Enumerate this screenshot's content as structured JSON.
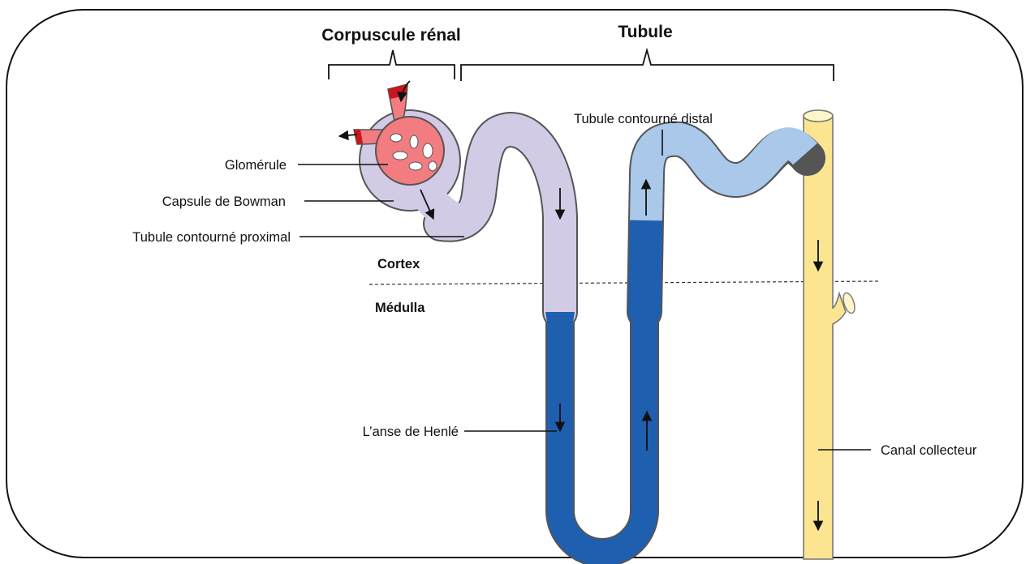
{
  "headers": {
    "renal_corpuscle": "Corpuscule rénal",
    "tubule": "Tubule"
  },
  "zones": {
    "cortex": "Cortex",
    "medulla": "Médulla"
  },
  "labels": {
    "glomerulus": "Glomérule",
    "bowman_capsule": "Capsule de Bowman",
    "proximal_tubule": "Tubule contourné proximal",
    "distal_tubule": "Tubule contourné distal",
    "loop_of_henle": "L’anse de Henlé",
    "collecting_duct": "Canal collecteur"
  },
  "colors": {
    "capsule_proximal": "#d2cbe6",
    "loop_dark": "#1f5fb0",
    "distal_light": "#a9c8ea",
    "collecting_duct": "#fbe590",
    "glomerulus": "#f37c80",
    "vessel_dark": "#c8161e",
    "outline": "#555555"
  }
}
